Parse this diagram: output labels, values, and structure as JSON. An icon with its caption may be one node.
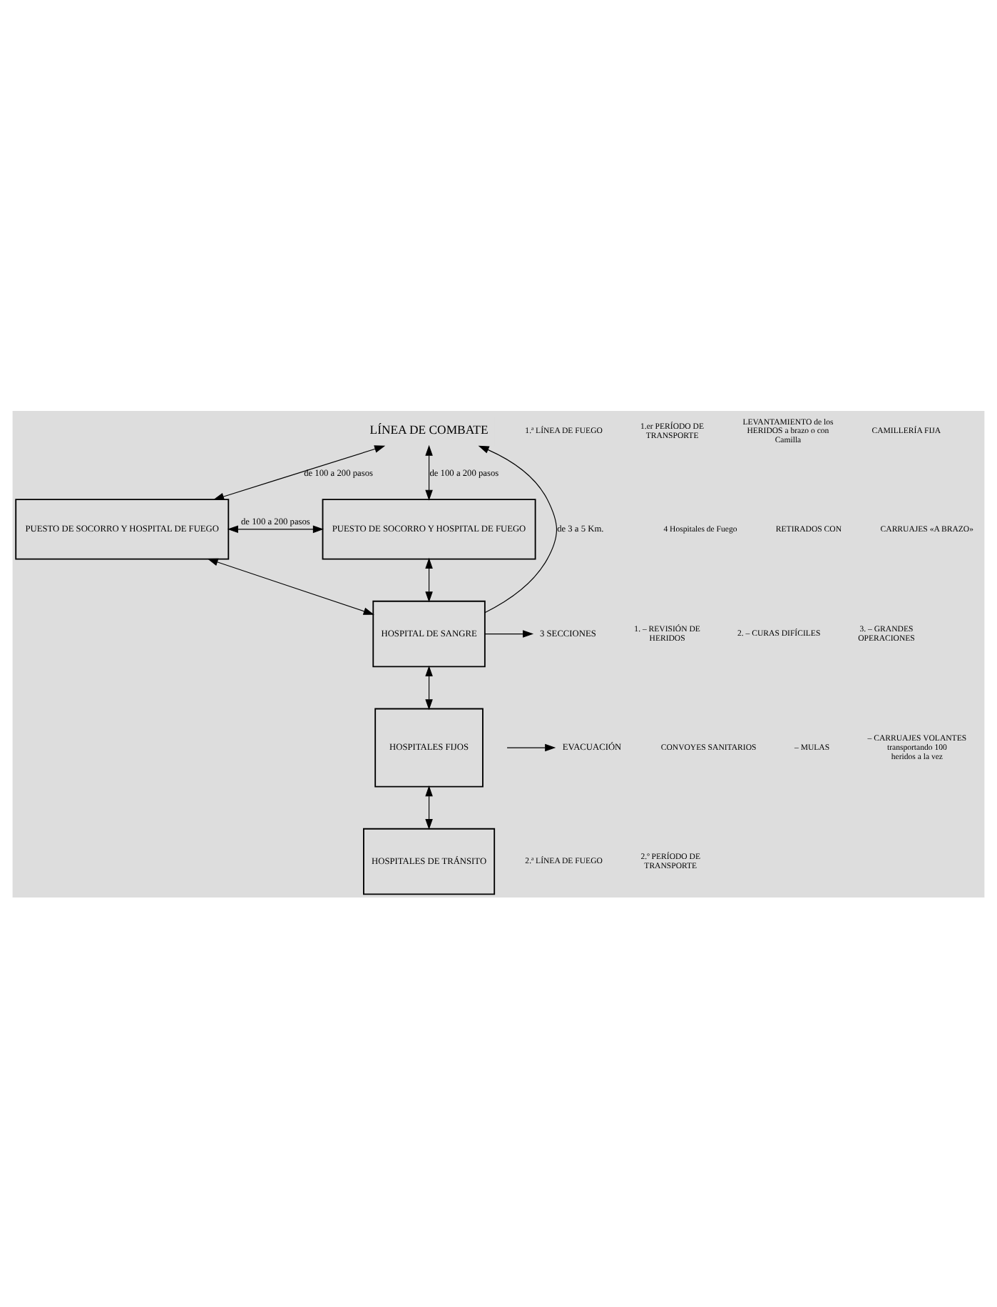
{
  "diagram": {
    "nodes": [
      {
        "text": [
          "LÍNEA DE COMBATE"
        ]
      },
      {
        "text": [
          "PUESTO DE SOCORRO Y HOSPITAL DE FUEGO"
        ]
      },
      {
        "text": [
          "PUESTO DE SOCORRO Y HOSPITAL DE FUEGO"
        ]
      },
      {
        "text": [
          "HOSPITAL DE SANGRE"
        ]
      },
      {
        "text": [
          "HOSPITALES FIJOS"
        ]
      },
      {
        "text": [
          "HOSPITALES DE TRÁNSITO"
        ]
      },
      {
        "text": [
          "3 SECCIONES"
        ]
      },
      {
        "text": [
          "EVACUACIÓN"
        ]
      }
    ],
    "edges": [
      {
        "from": 0,
        "to": 1,
        "arrow": "both",
        "label": "de 100 a 200 pasos"
      },
      {
        "from": 3,
        "to": 0,
        "arrow": "to",
        "label": "de 3 a 5 Km."
      },
      {
        "from": 0,
        "to": 2,
        "arrow": "both",
        "label": "de 100 a 200 pasos"
      },
      {
        "from": 1,
        "to": 2,
        "arrow": "both",
        "label": "de 100 a 200 pasos"
      },
      {
        "from": 1,
        "to": 3,
        "arrow": "both"
      },
      {
        "from": 2,
        "to": 3,
        "arrow": "both"
      },
      {
        "from": 3,
        "to": 6,
        "arrow": "to"
      },
      {
        "from": 3,
        "to": 4,
        "arrow": "both"
      },
      {
        "from": null,
        "to": 7,
        "arrow": "to"
      },
      {
        "from": 4,
        "to": 5,
        "arrow": "both"
      }
    ],
    "labels": [
      "1.ª LÍNEA DE FUEGO",
      "4 Hospitales de Fuego",
      "1.er PERÍODO DE TRANSPORTE",
      "LEVANTAMIENTO de los HERIDOS a brazo o con Camilla",
      "CAMILLERÍA FIJA",
      "RETIRADOS CON",
      "CARRUAJES «A BRAZO»",
      "1. – REVISIÓN DE HERIDOS",
      "2. – CURAS DIFÍCILES",
      "3. – GRANDES OPERACIONES",
      "CONVOYES SANITARIOS",
      "– MULAS",
      "– CARRUAJES VOLANTES transportando 100 heridos a la vez",
      "2.ª LÍNEA DE FUEGO",
      "2.º PERÍODO DE TRANSPORTE"
    ]
  }
}
